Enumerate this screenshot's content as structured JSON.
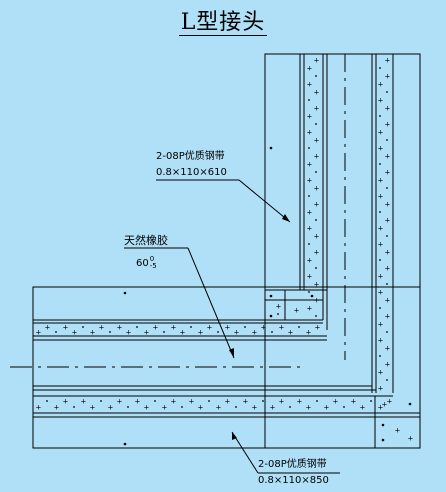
{
  "title": "L型接头",
  "labels": {
    "strip_upper": {
      "grade": "2-08P优质钢带",
      "size": "0.8×110×610"
    },
    "rubber": {
      "name": "天然橡胶",
      "spec_base": "60",
      "spec_tol_top": "0",
      "spec_tol_bottom": "-5"
    },
    "strip_lower": {
      "grade": "2-08P优质钢带",
      "size": "0.8×110×850"
    }
  }
}
